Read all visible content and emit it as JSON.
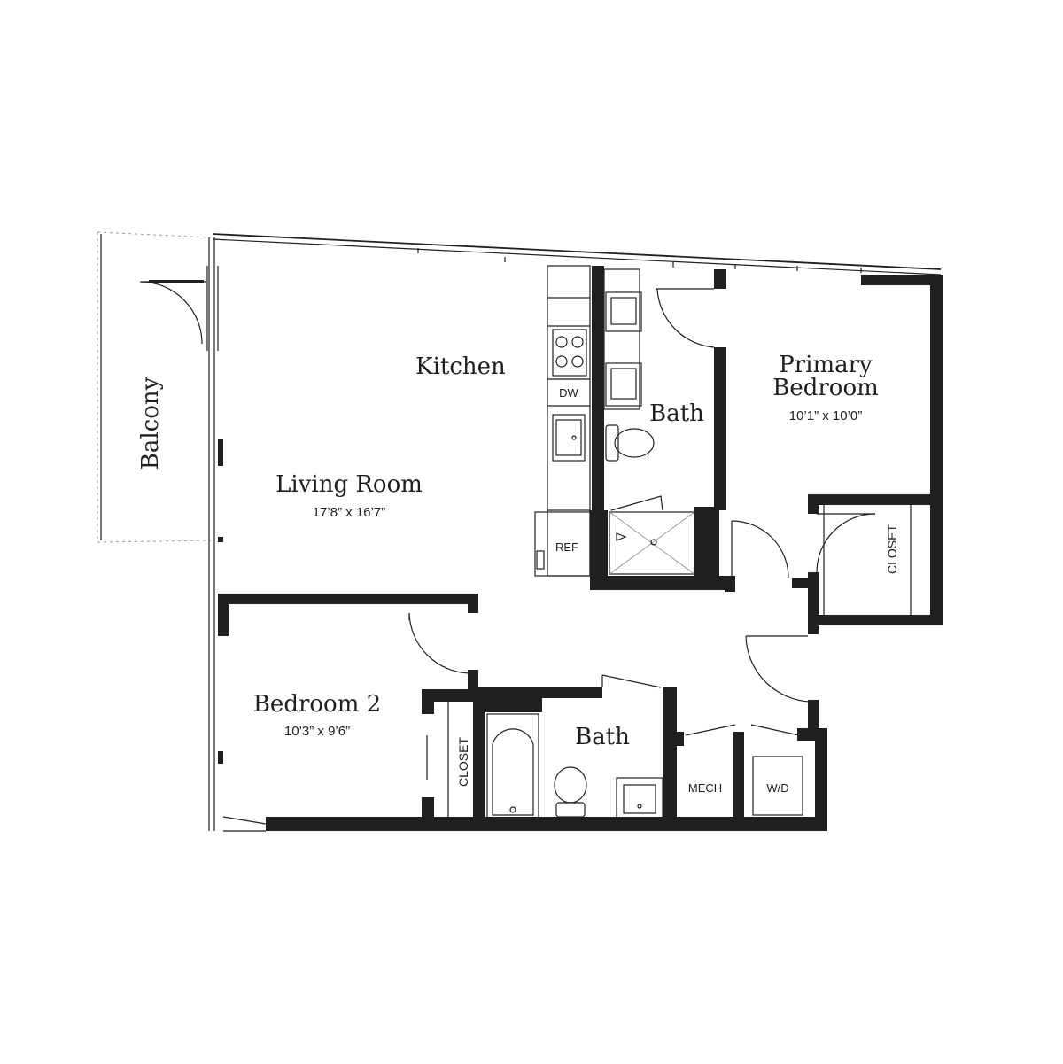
{
  "rooms": {
    "balcony": "Balcony",
    "kitchen": "Kitchen",
    "living_room": {
      "name": "Living Room",
      "size": "17’8” x 16’7”"
    },
    "primary_bedroom": {
      "name_line1": "Primary",
      "name_line2": "Bedroom",
      "size": "10’1” x 10’0”"
    },
    "bath_primary": "Bath",
    "bedroom_2": {
      "name": "Bedroom 2",
      "size": "10’3” x 9’6”"
    },
    "bath_2": "Bath"
  },
  "fixtures": {
    "dishwasher": "DW",
    "refrigerator": "REF",
    "closet_primary": "CLOSET",
    "closet_bedroom2": "CLOSET",
    "mechanical": "MECH",
    "washer_dryer": "W/D"
  },
  "colors": {
    "wall": "#1f2120",
    "background": "#ffffff",
    "text": "#1f1f1f"
  }
}
